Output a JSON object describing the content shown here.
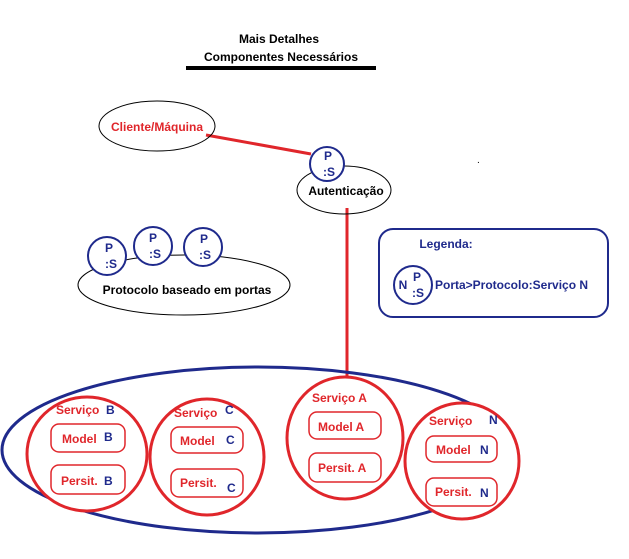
{
  "title": "Mais Detalhes",
  "subtitle": "Componentes Necessários",
  "client_label": "Cliente/Máquina",
  "auth_label": "Autenticação",
  "protocol_label": "Protocolo baseado em portas",
  "port": {
    "top": "P",
    "bottom": ":S"
  },
  "legend": {
    "title": "Legenda:",
    "symbol_n": "N",
    "text": "Porta>Protocolo:Serviço N"
  },
  "services": {
    "b": {
      "label": "Serviço",
      "suffix": "B",
      "model": "Model",
      "model_suffix": "B",
      "persist": "Persit.",
      "persist_suffix": "B"
    },
    "c": {
      "label": "Serviço",
      "suffix": "C",
      "model": "Model",
      "model_suffix": "C",
      "persist": "Persit.",
      "persist_suffix": "C"
    },
    "a": {
      "label": "Serviço A",
      "model": "Model A",
      "persist": "Persit. A"
    },
    "n": {
      "label": "Serviço",
      "suffix": "N",
      "model": "Model",
      "model_suffix": "N",
      "persist": "Persit.",
      "persist_suffix": "N"
    }
  },
  "colors": {
    "red": "#e0262b",
    "navy": "#1f2a8c",
    "black": "#000000"
  }
}
